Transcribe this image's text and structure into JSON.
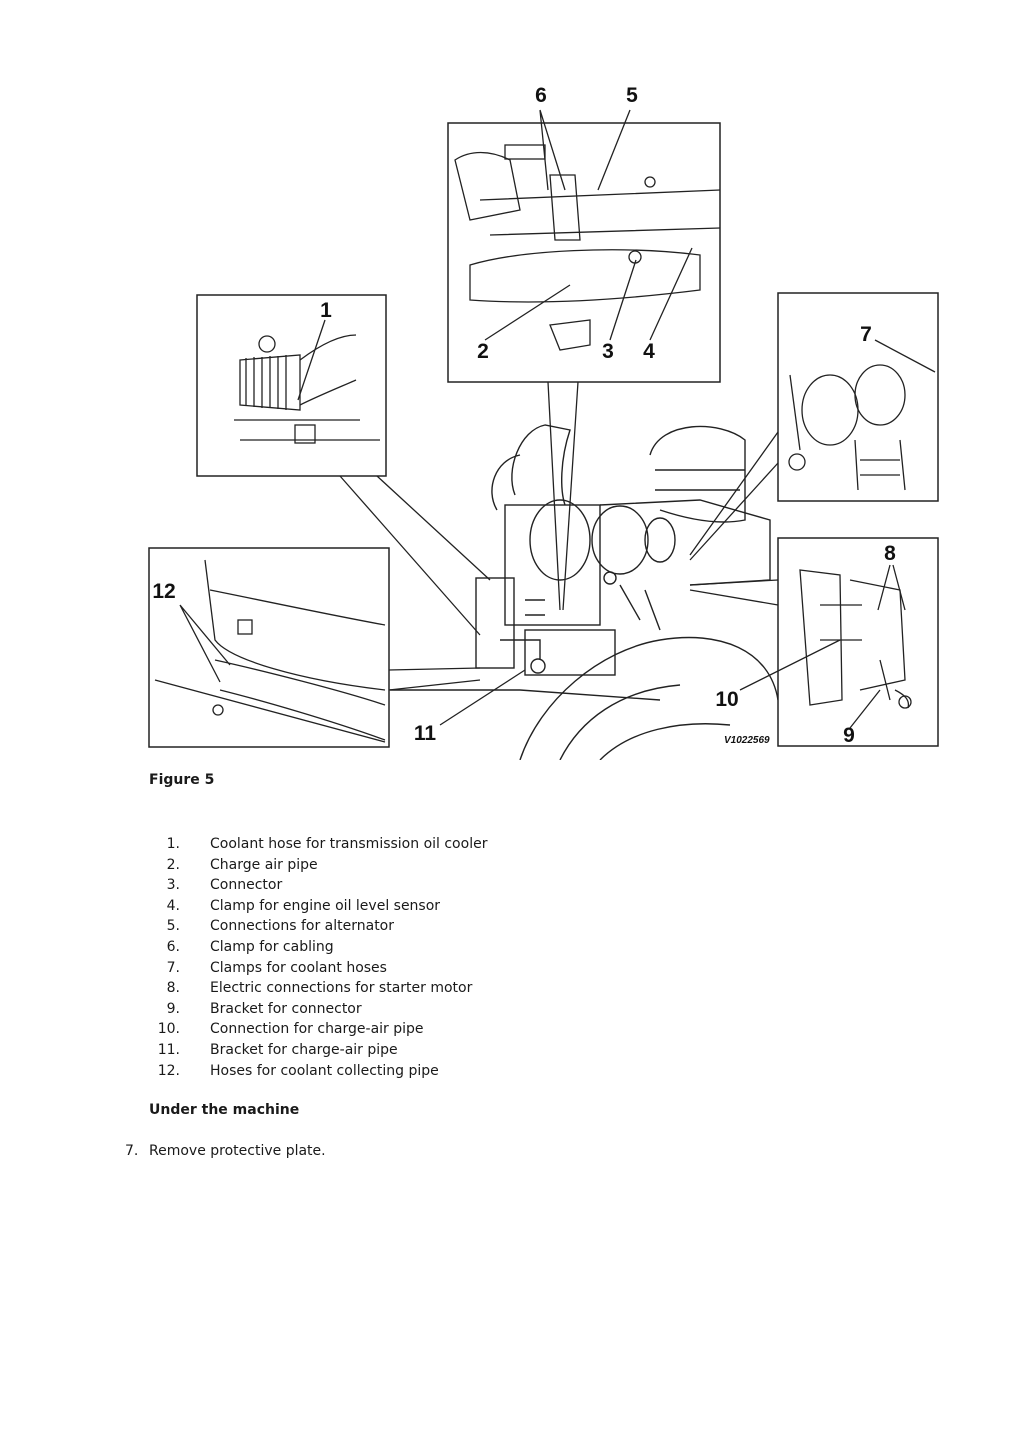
{
  "figure": {
    "callouts": [
      "1",
      "2",
      "3",
      "4",
      "5",
      "6",
      "7",
      "8",
      "9",
      "10",
      "11",
      "12"
    ],
    "image_id": "V1022569"
  },
  "caption": "Figure 5",
  "legend": [
    {
      "num": "1.",
      "text": "Coolant hose for transmission oil cooler"
    },
    {
      "num": "2.",
      "text": "Charge air pipe"
    },
    {
      "num": "3.",
      "text": "Connector"
    },
    {
      "num": "4.",
      "text": "Clamp for engine oil level sensor"
    },
    {
      "num": "5.",
      "text": "Connections for alternator"
    },
    {
      "num": "6.",
      "text": "Clamp for cabling"
    },
    {
      "num": "7.",
      "text": "Clamps for coolant hoses"
    },
    {
      "num": "8.",
      "text": "Electric connections for starter motor"
    },
    {
      "num": "9.",
      "text": "Bracket for connector"
    },
    {
      "num": "10.",
      "text": "Connection for charge-air pipe"
    },
    {
      "num": "11.",
      "text": "Bracket for charge-air pipe"
    },
    {
      "num": "12.",
      "text": "Hoses for coolant collecting pipe"
    }
  ],
  "section_heading": "Under the machine",
  "step": {
    "num": "7.",
    "text": "Remove protective plate."
  }
}
